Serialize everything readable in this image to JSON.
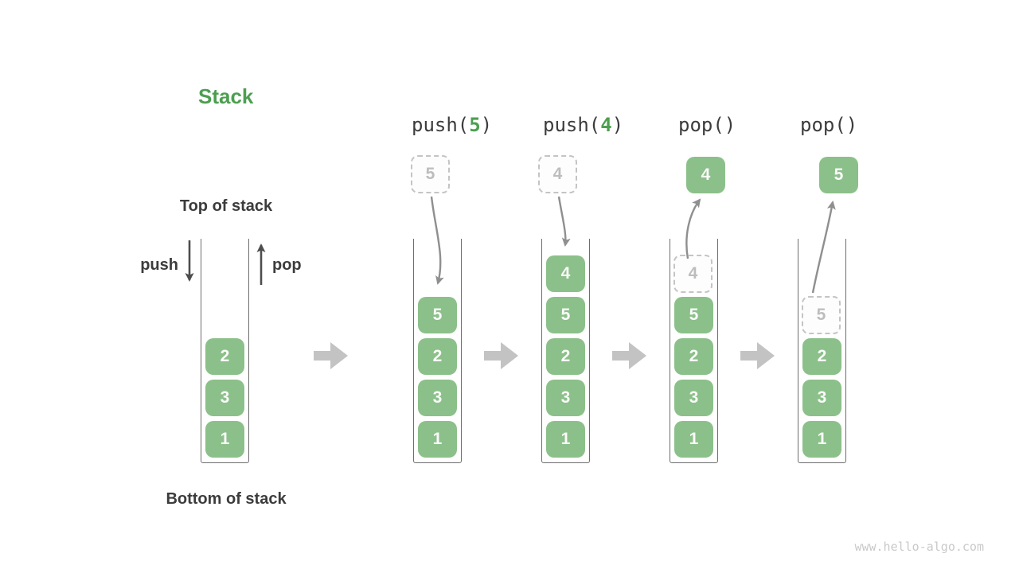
{
  "title": "Stack",
  "labels": {
    "top_of_stack": "Top of stack",
    "bottom_of_stack": "Bottom of stack",
    "push": "push",
    "pop": "pop"
  },
  "watermark": "www.hello-algo.com",
  "colors": {
    "box_green": "#8cc08a",
    "accent_green": "#4c9f50",
    "text_dark": "#3c3c3c",
    "curve_arrow_gray": "#8f8f8f",
    "direction_arrow_gray": "#4d4d4d",
    "block_arrow_gray": "#c3c3c3",
    "dashed_border_gray": "#c4c4c4",
    "dashed_text_gray": "#bdbdbd",
    "container_wall_gray": "#6e6e6e",
    "watermark_gray": "#c9c9c9"
  },
  "columns": [
    {
      "state": "initial",
      "stack": [
        {
          "v": "2",
          "t": "solid"
        },
        {
          "v": "3",
          "t": "solid"
        },
        {
          "v": "1",
          "t": "solid"
        }
      ]
    },
    {
      "state": "after push(5)",
      "op": {
        "prefix": "push(",
        "arg": "5",
        "suffix": ")"
      },
      "floating": {
        "v": "5",
        "t": "dashed"
      },
      "stack": [
        {
          "v": "5",
          "t": "solid"
        },
        {
          "v": "2",
          "t": "solid"
        },
        {
          "v": "3",
          "t": "solid"
        },
        {
          "v": "1",
          "t": "solid"
        }
      ]
    },
    {
      "state": "after push(4)",
      "op": {
        "prefix": "push(",
        "arg": "4",
        "suffix": ")"
      },
      "floating": {
        "v": "4",
        "t": "dashed"
      },
      "stack": [
        {
          "v": "4",
          "t": "solid"
        },
        {
          "v": "5",
          "t": "solid"
        },
        {
          "v": "2",
          "t": "solid"
        },
        {
          "v": "3",
          "t": "solid"
        },
        {
          "v": "1",
          "t": "solid"
        }
      ]
    },
    {
      "state": "after pop() -> 4",
      "op": {
        "prefix": "pop()",
        "arg": "",
        "suffix": ""
      },
      "floating": {
        "v": "4",
        "t": "solid"
      },
      "stack": [
        {
          "v": "4",
          "t": "dashed"
        },
        {
          "v": "5",
          "t": "solid"
        },
        {
          "v": "2",
          "t": "solid"
        },
        {
          "v": "3",
          "t": "solid"
        },
        {
          "v": "1",
          "t": "solid"
        }
      ]
    },
    {
      "state": "after pop() -> 5",
      "op": {
        "prefix": "pop()",
        "arg": "",
        "suffix": ""
      },
      "floating": {
        "v": "5",
        "t": "solid"
      },
      "stack": [
        {
          "v": "5",
          "t": "dashed"
        },
        {
          "v": "2",
          "t": "solid"
        },
        {
          "v": "3",
          "t": "solid"
        },
        {
          "v": "1",
          "t": "solid"
        }
      ]
    }
  ]
}
